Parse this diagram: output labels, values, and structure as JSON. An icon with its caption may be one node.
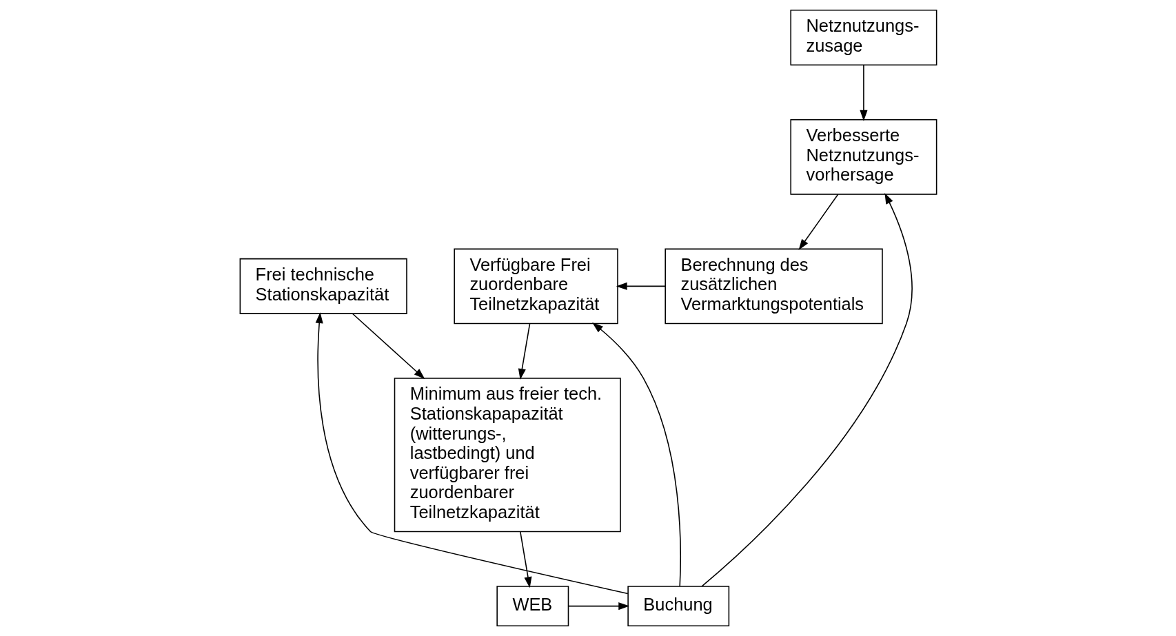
{
  "diagram": {
    "nodes": [
      {
        "text": [
          "Netznutzungs- zusage"
        ]
      },
      {
        "text": [
          "Buchung"
        ]
      },
      {
        "text": [
          "Verbesserte Netznutzungs- vorhersage"
        ]
      },
      {
        "text": [
          "WEB"
        ]
      },
      {
        "text": [
          "Frei technische Stationskapazität"
        ]
      },
      {
        "text": [
          "Verfügbare Frei zuordenbare Teilnetzkapazität"
        ]
      },
      {
        "text": [
          "Berechnung des zusätzlichen Vermarktungspotentials"
        ]
      },
      {
        "text": [
          "Minimum aus freier tech. Stationskapapazität (witterungs-, lastbedingt) und verfügbarer frei zuordenbarer Teilnetzkapazität"
        ]
      }
    ],
    "edges": [
      {
        "from": 0,
        "to": 2,
        "arrow": "to"
      },
      {
        "from": 1,
        "to": 2,
        "arrow": "to"
      },
      {
        "from": 1,
        "to": 4,
        "arrow": "to"
      },
      {
        "from": 1,
        "to": 5,
        "arrow": "to"
      },
      {
        "from": 2,
        "to": 6,
        "arrow": "to"
      },
      {
        "from": 6,
        "to": 5,
        "arrow": "to"
      },
      {
        "from": 4,
        "to": 7,
        "arrow": "to"
      },
      {
        "from": 5,
        "to": 7,
        "arrow": "to"
      },
      {
        "from": 7,
        "to": 3,
        "arrow": "to"
      },
      {
        "from": 3,
        "to": 1,
        "arrow": "to"
      }
    ]
  }
}
